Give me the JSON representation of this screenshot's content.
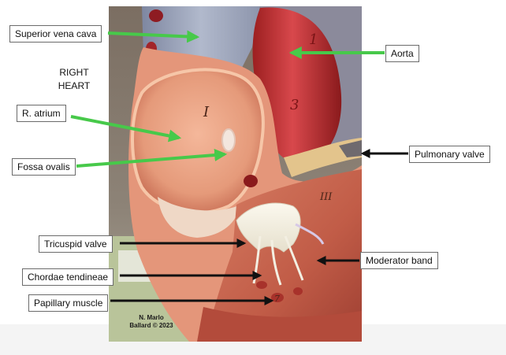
{
  "side_note": {
    "line1": "RIGHT",
    "line2": "HEART"
  },
  "labels": {
    "superior_vena_cava": "Superior vena cava",
    "aorta": "Aorta",
    "r_atrium": "R. atrium",
    "fossa_ovalis": "Fossa ovalis",
    "pulmonary_valve": "Pulmonary valve",
    "tricuspid_valve": "Tricuspid valve",
    "moderator_band": "Moderator band",
    "chordae_tendineae": "Chordae tendineae",
    "papillary_muscle": "Papillary muscle"
  },
  "model_markings": {
    "one": "1",
    "three": "3",
    "atrium_numeral": "I",
    "ventricle_numeral": "III",
    "ventricle_digit": "7"
  },
  "credit": {
    "line1": "N. Marlo",
    "line2": "Ballard © 2023"
  },
  "colors": {
    "pointer_green": "#47c94a",
    "pointer_black": "#111111"
  }
}
